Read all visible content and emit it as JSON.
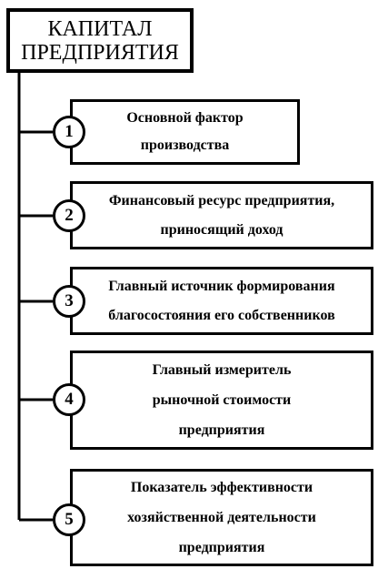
{
  "title": {
    "line1": "КАПИТАЛ",
    "line2": "ПРЕДПРИЯТИЯ"
  },
  "items": [
    {
      "number": "1",
      "lines": [
        "Основной фактор",
        "производства"
      ]
    },
    {
      "number": "2",
      "lines": [
        "Финансовый ресурс предприятия,",
        "приносящий доход"
      ]
    },
    {
      "number": "3",
      "lines": [
        "Главный источник формирования",
        "благосостояния его собственников"
      ]
    },
    {
      "number": "4",
      "lines": [
        "Главный измеритель",
        "рыночной стоимости",
        "предприятия"
      ]
    },
    {
      "number": "5",
      "lines": [
        "Показатель эффективности",
        "хозяйственной деятельности",
        "предприятия"
      ]
    }
  ]
}
